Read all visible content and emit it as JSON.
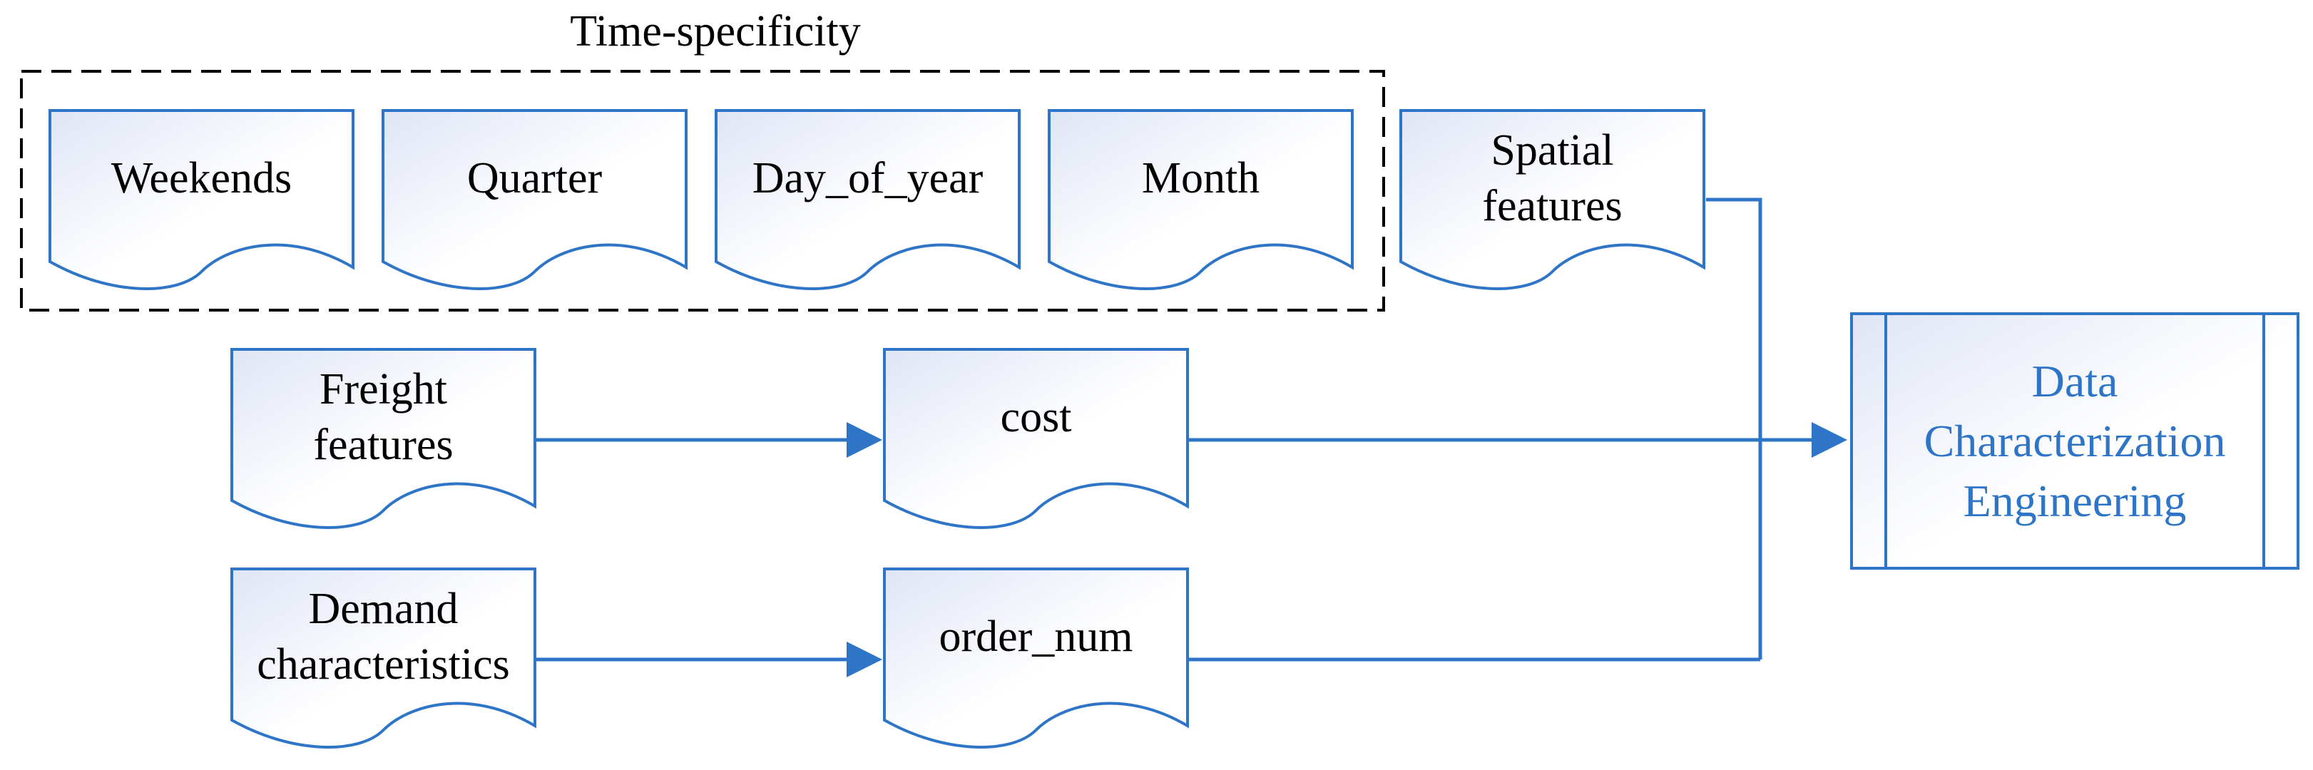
{
  "group": {
    "title": "Time-specificity"
  },
  "time_features": [
    {
      "label": [
        "Weekends"
      ]
    },
    {
      "label": [
        "Quarter"
      ]
    },
    {
      "label": [
        "Day_of_year"
      ]
    },
    {
      "label": [
        "Month"
      ]
    }
  ],
  "spatial": {
    "label": [
      "Spatial",
      "features"
    ]
  },
  "freight": {
    "label": [
      "Freight",
      "features"
    ]
  },
  "cost": {
    "label": [
      "cost"
    ]
  },
  "demand": {
    "label": [
      "Demand",
      "characteristics"
    ]
  },
  "order_num": {
    "label": [
      "order_num"
    ]
  },
  "target": {
    "label": [
      "Data",
      "Characterization",
      "Engineering"
    ]
  },
  "colors": {
    "stroke": "#2e75c8",
    "fill_light": "#ffffff",
    "fill_tint": "#dfe5f5",
    "target_text": "#2e75c8",
    "dash": "#000000"
  }
}
